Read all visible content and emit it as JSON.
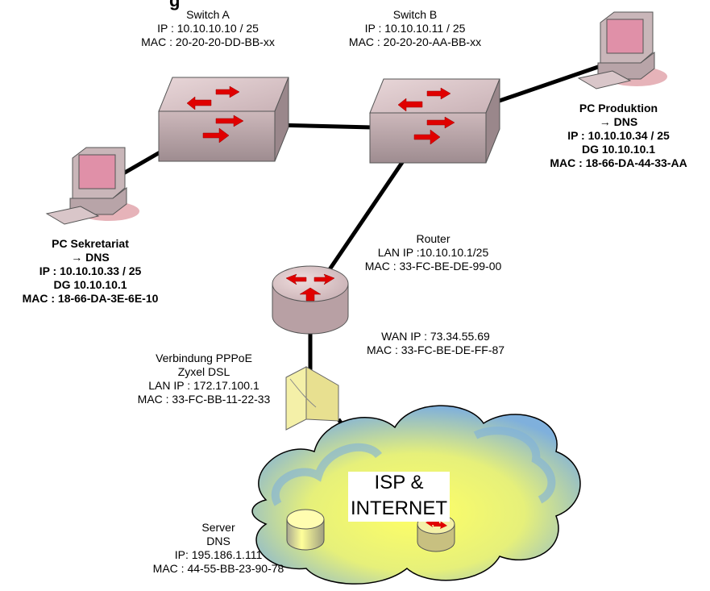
{
  "header_partial": "g",
  "switch_a": {
    "name": "Switch A",
    "ip": "IP : 10.10.10.10 / 25",
    "mac": "MAC : 20-20-20-DD-BB-xx"
  },
  "switch_b": {
    "name": "Switch B",
    "ip": "IP : 10.10.10.11 / 25",
    "mac": "MAC : 20-20-20-AA-BB-xx"
  },
  "pc_produktion": {
    "name": "PC Produktion",
    "dns": "→ DNS",
    "ip": "IP : 10.10.10.34 / 25",
    "dg": "DG 10.10.10.1",
    "mac": "MAC : 18-66-DA-44-33-AA"
  },
  "pc_sekretariat": {
    "name": "PC Sekretariat",
    "dns": "→ DNS",
    "ip": "IP : 10.10.10.33 / 25",
    "dg": "DG 10.10.10.1",
    "mac": "MAC : 18-66-DA-3E-6E-10"
  },
  "router": {
    "name": "Router",
    "lan_ip": "LAN IP :10.10.10.1/25",
    "lan_mac": "MAC : 33-FC-BE-DE-99-00",
    "wan_ip": "WAN IP : 73.34.55.69",
    "wan_mac": "MAC : 33-FC-BE-DE-FF-87"
  },
  "modem": {
    "line1": "Verbindung PPPoE",
    "line2": "Zyxel DSL",
    "ip": "LAN IP : 172.17.100.1",
    "mac": "MAC : 33-FC-BB-11-22-33"
  },
  "internet": {
    "line1": "ISP &",
    "line2": "INTERNET"
  },
  "server": {
    "line1": "Server",
    "line2": "DNS",
    "ip": "IP: 195.186.1.111",
    "mac": "MAC : 44-55-BB-23-90-78"
  },
  "colors": {
    "device": "#d9c2c5",
    "device_dark": "#b0a0a4",
    "arrow": "#e00000",
    "cloud_blue": "#8ab7df",
    "cloud_yellow": "#ffff66",
    "modem": "#f4f0a8"
  }
}
